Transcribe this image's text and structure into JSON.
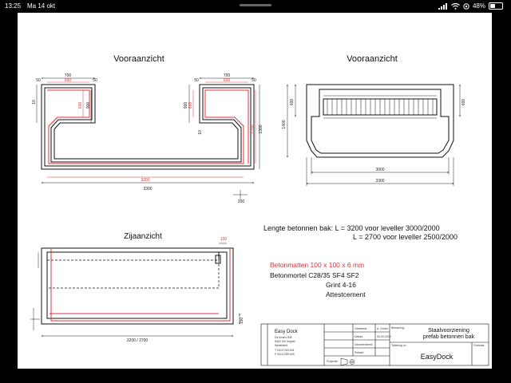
{
  "status": {
    "time": "13:25",
    "date": "Ma 14 okt",
    "battery": "48%",
    "battery_level": 0.48
  },
  "views": {
    "front_left_title": "Vooraanzicht",
    "front_right_title": "Vooraanzicht",
    "side_title": "Zijaanzicht"
  },
  "dims": {
    "d700a": "700",
    "d600a": "600",
    "d50a": "50",
    "d50b": "50",
    "d700b": "700",
    "d600b": "600",
    "d50c": "50",
    "d50d": "50",
    "dv600a": "600",
    "dv900a": "900",
    "dv10a": "10",
    "dv600b": "600",
    "dv900b": "900",
    "dv10b": "10",
    "dv1200": "1200",
    "dv1300": "1300",
    "d3200": "3200",
    "d3300": "3300",
    "d200": "200",
    "r600a": "600",
    "r600b": "600",
    "r1400": "1400",
    "r3000": "3000",
    "r3300": "3300",
    "s100": "100",
    "s150": "150",
    "s3200_2700": "3200 / 2700"
  },
  "notes": {
    "length_line1": "Lengte betonnen bak: L = 3200 voor leveller 3000/2000",
    "length_line2": "L = 2700 voor leveller 2500/2000",
    "mats": "Betonmatten  100 x 100 x 6 mm",
    "mortar": "Betonmortel   C28/35 SF4 SF2",
    "gravel": "Grint 4-16",
    "cement": "Attestcement"
  },
  "titleblock": {
    "company": "Easy Dock",
    "addr1": "De Amert 208",
    "addr2": "5462 GH Veghel",
    "addr3": "Nederland",
    "phone": "T 0413 253 444",
    "fax": "F 0413 255 499",
    "label_made": "Getekend:",
    "made_by": "A. Groen",
    "label_date": "Datum:",
    "date": "00-00-2012",
    "label_checked": "Gecontroleerd:",
    "label_scale": "Schaal:",
    "label_benaming": "Benaming:",
    "benaming1": "Staalvoorziening",
    "benaming2": "prefab betonnen bak",
    "label_tekening": "Tekening nr.:",
    "tekening": "EasyDock",
    "label_formaat": "Formaat:",
    "label_projectie": "Projectie:"
  },
  "colors": {
    "reinforcement": "#e0303a",
    "line": "#111111",
    "dim": "#222222"
  }
}
